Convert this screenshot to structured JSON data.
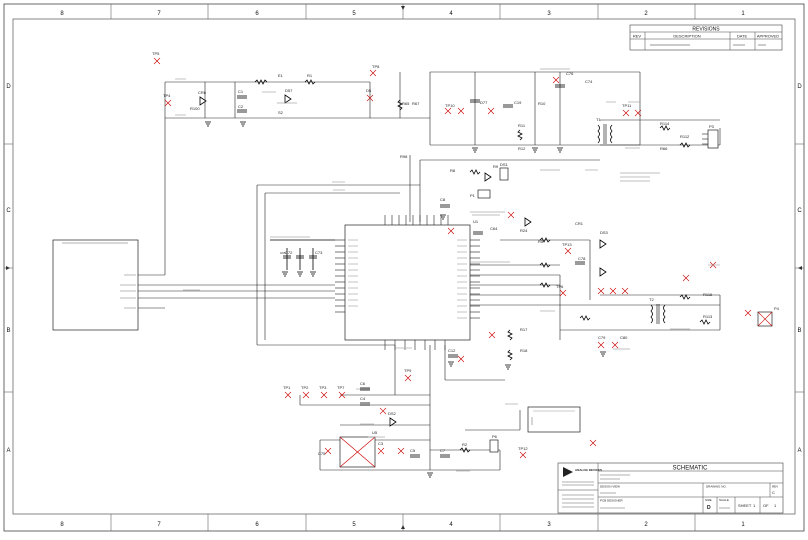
{
  "zones_top": [
    "8",
    "7",
    "6",
    "5",
    "4",
    "3",
    "2",
    "1"
  ],
  "zones_bottom": [
    "8",
    "7",
    "6",
    "5",
    "4",
    "3",
    "2",
    "1"
  ],
  "rows": [
    "D",
    "C",
    "B",
    "A"
  ],
  "revisions": {
    "title": "REVISIONS",
    "col_rev": "REV",
    "col_desc": "DESCRIPTION",
    "col_date": "DATE",
    "col_approved": "APPROVED"
  },
  "title_block": {
    "company": "ANALOG DEVICES",
    "heading": "SCHEMATIC",
    "drawing_no_label": "DRAWING NO.",
    "rev_label": "REV",
    "rev_value": "C",
    "design_view": "DESIGN VIEW",
    "pcb_label": "PCB DESIGNER",
    "size_label": "SIZE",
    "size_value": "D",
    "scale_label": "SCALE",
    "sheet_label": "SHEET",
    "sheet_num": "1",
    "of_label": "OF",
    "of_num": "1"
  },
  "labels": {
    "tp_top": "TP5",
    "tp4": "TP4",
    "cr6": "CR6",
    "c1": "C1",
    "c2": "C2",
    "e1": "E1",
    "r1": "R1",
    "s2": "S2",
    "d57": "D57",
    "tp8": "TP8",
    "d5": "D5",
    "r100": "R100",
    "r65": "R65",
    "r67": "R67",
    "d77": "D77",
    "c19": "C19",
    "r10": "R10",
    "c76": "C76",
    "c74": "C74",
    "t1": "T1",
    "r11": "R11",
    "r12": "R12",
    "p3": "P3",
    "r114": "R114",
    "r112": "R112",
    "r66": "R66",
    "r98": "R98",
    "r8": "R8",
    "ds1": "DS1",
    "r9": "R9",
    "p1": "P1",
    "c8": "C8",
    "u1": "U1",
    "c65": "C65",
    "c64": "C64",
    "r24": "R24",
    "cr1": "CR1",
    "ds3": "DS3",
    "r5": "R5",
    "tp13": "TP13",
    "tp6": "TP6",
    "p4": "P4",
    "r116": "R116",
    "r113": "R113",
    "t2": "T2",
    "r17": "R17",
    "r18": "R18",
    "c12": "C12",
    "c6": "C6",
    "c4": "C4",
    "ds2": "DS2",
    "u5": "U5",
    "p6": "P6",
    "c7": "C7",
    "r2": "R2",
    "c5": "C5",
    "c78": "C78",
    "c79": "C79",
    "c80": "C80",
    "tp1": "TP1",
    "tp2": "TP2",
    "tp3": "TP3",
    "tp7": "TP7",
    "tp9": "TP9",
    "tp10": "TP10",
    "tp11": "TP11",
    "tp12": "TP12",
    "c3": "C3",
    "c75": "C75",
    "c72": "C72",
    "c73": "C73"
  }
}
